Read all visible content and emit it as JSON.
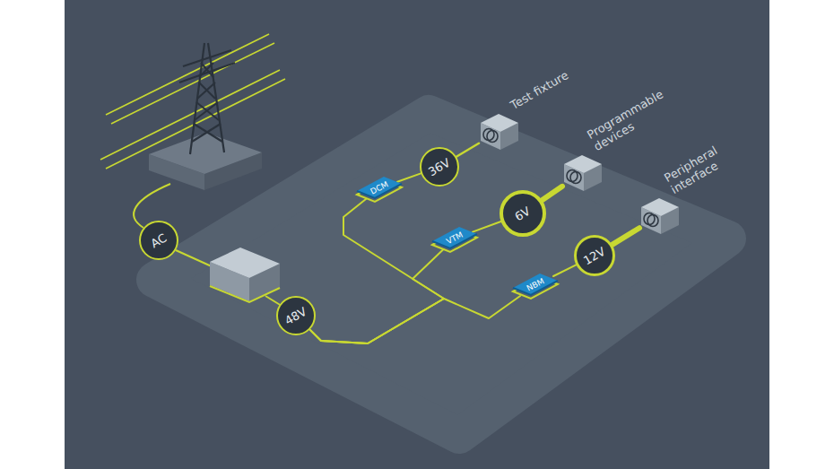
{
  "diagram": {
    "nodes": [
      {
        "text": [
          "AC"
        ]
      },
      {
        "text": [
          "48V"
        ]
      },
      {
        "text": [
          "DCM"
        ]
      },
      {
        "text": [
          "36V"
        ]
      },
      {
        "text": [
          "Test fixture"
        ]
      },
      {
        "text": [
          "VTM"
        ]
      },
      {
        "text": [
          "6V"
        ]
      },
      {
        "text": [
          "Programmable devices"
        ]
      },
      {
        "text": [
          "NBM"
        ]
      },
      {
        "text": [
          "12V"
        ]
      },
      {
        "text": [
          "Peripheral interface"
        ]
      }
    ],
    "edges": [
      {
        "from": 1,
        "to": 2,
        "arrow": "none"
      },
      {
        "from": 1,
        "to": 5,
        "arrow": "none"
      },
      {
        "from": 1,
        "to": 8,
        "arrow": "none"
      },
      {
        "from": 2,
        "to": 3,
        "arrow": "none"
      },
      {
        "from": 3,
        "to": 4,
        "arrow": "none"
      },
      {
        "from": 5,
        "to": 6,
        "arrow": "none"
      },
      {
        "from": 6,
        "to": 7,
        "arrow": "none"
      },
      {
        "from": 8,
        "to": 9,
        "arrow": "none"
      },
      {
        "from": 9,
        "to": 10,
        "arrow": "none"
      }
    ]
  }
}
